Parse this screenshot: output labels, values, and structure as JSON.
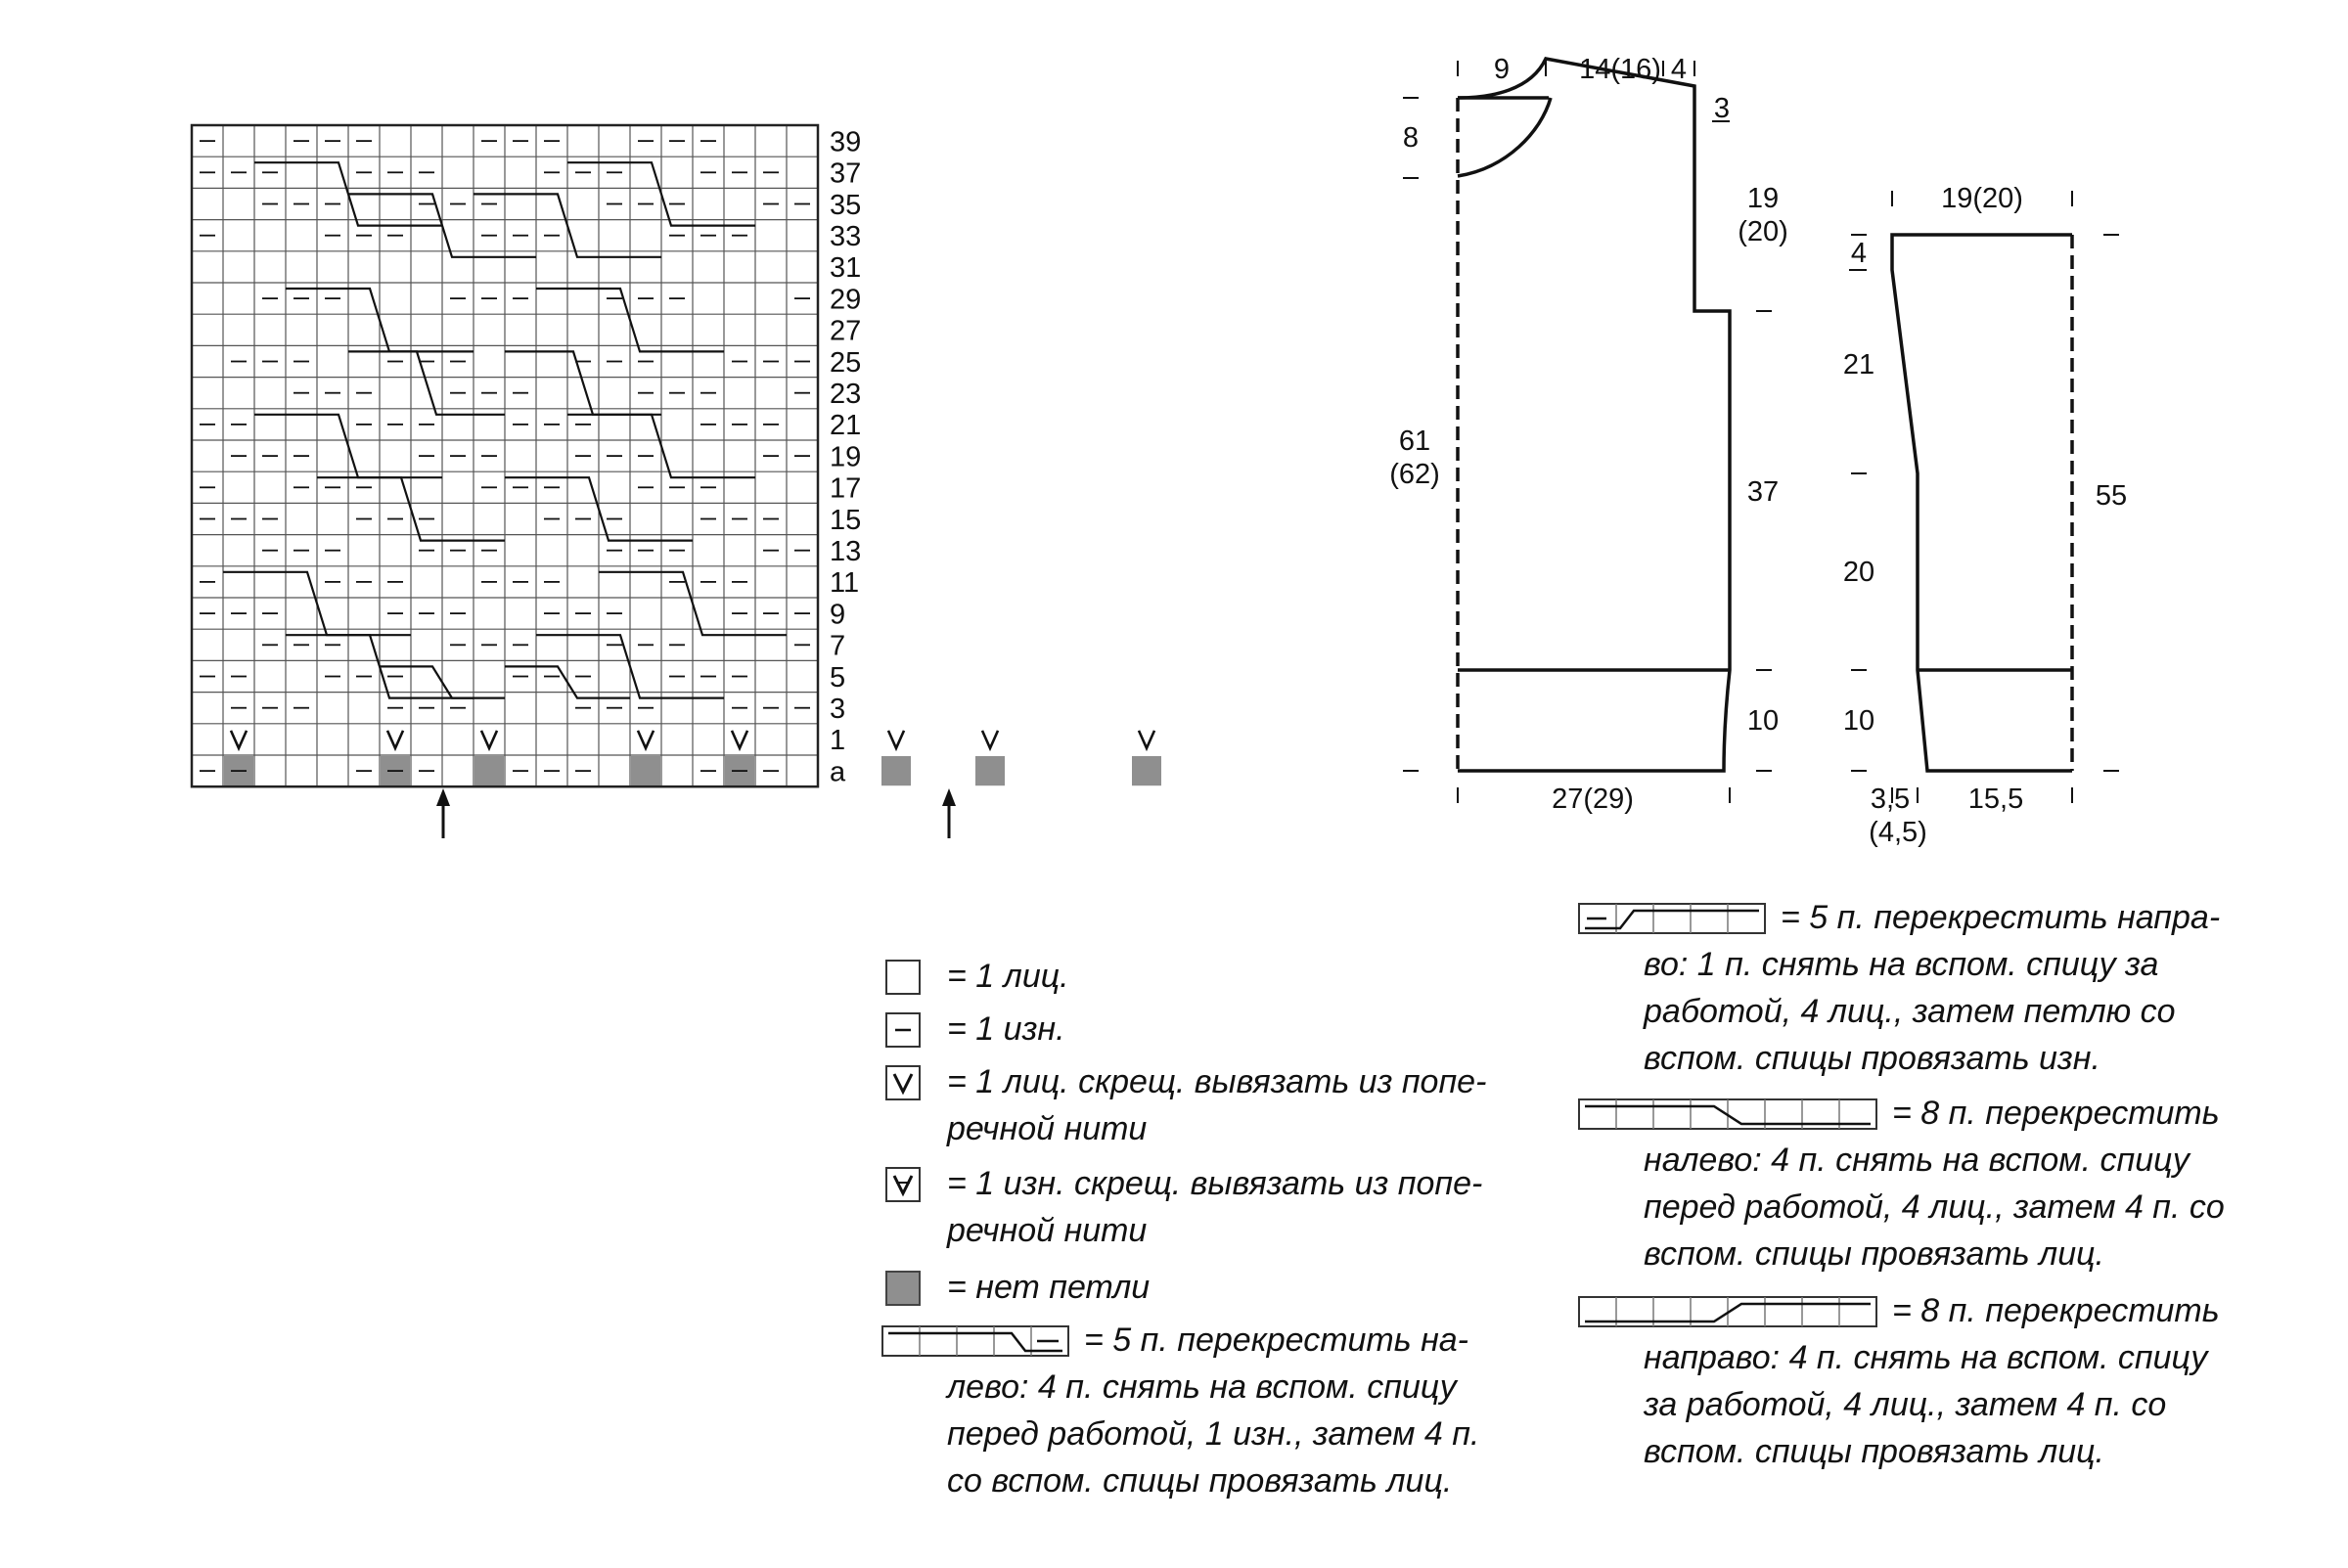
{
  "chart": {
    "row_numbers": [
      "39",
      "37",
      "35",
      "33",
      "31",
      "29",
      "27",
      "25",
      "23",
      "21",
      "19",
      "17",
      "15",
      "13",
      "11",
      "9",
      "7",
      "5",
      "3",
      "1",
      "a"
    ]
  },
  "schematic": {
    "body": {
      "shoulder_neck": "9",
      "shoulder_slope": "14(16)",
      "shoulder_edge": "4",
      "shoulder_drop": "3",
      "neck_depth": "8",
      "armhole": "19",
      "armhole_alt": "(20)",
      "side": "37",
      "total_length": "61",
      "total_length_alt": "(62)",
      "rib": "10",
      "width": "27(29)"
    },
    "sleeve": {
      "top_width": "19(20)",
      "cap": "4",
      "upper": "21",
      "lower": "20",
      "rib": "10",
      "length": "55",
      "bottom_offset": "3,5",
      "bottom_offset_alt": "(4,5)",
      "bottom_width": "15,5"
    }
  },
  "legend": {
    "knit": "= 1 лиц.",
    "purl": "= 1 изн.",
    "knit_twisted": [
      "= 1 лиц. скрещ. вывязать из попе-",
      "речной нити"
    ],
    "purl_twisted": [
      "= 1 изн. скрещ. вывязать из попе-",
      "речной нити"
    ],
    "no_stitch": "= нет петли",
    "cross5_left": [
      "= 5 п. перекрестить на-",
      "лево: 4 п. снять на вспом. спицу",
      "перед работой, 1 изн., затем 4 п.",
      "со вспом. спицы провязать лиц."
    ],
    "cross5_right": [
      "= 5 п. перекрестить напра-",
      "во: 1 п. снять на вспом. спицу за",
      "работой, 4 лиц., затем  петлю со",
      "вспом. спицы провязать изн."
    ],
    "cross8_left": [
      "= 8 п. перекрестить",
      "налево: 4 п. снять на вспом. спицу",
      "перед работой, 4 лиц., затем 4 п. со",
      "вспом. спицы провязать лиц."
    ],
    "cross8_right": [
      "= 8 п. перекрестить",
      "направо: 4 п. снять на вспом. спицу",
      "за работой, 4 лиц., затем 4 п. со",
      "вспом. спицы провязать лиц."
    ]
  },
  "colors": {
    "line": "#111111",
    "grid": "#555555",
    "no_stitch": "#8f8f8f"
  }
}
